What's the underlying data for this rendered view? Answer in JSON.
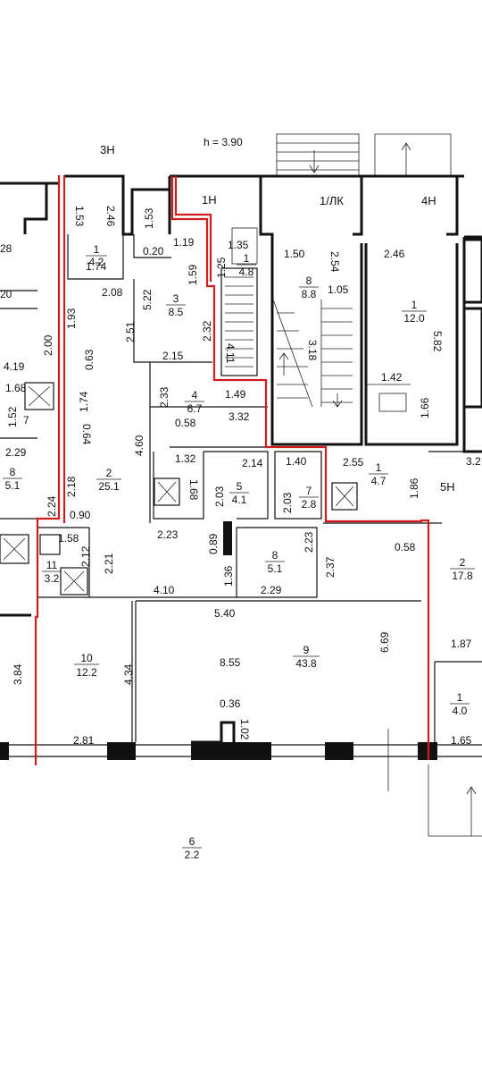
{
  "header": {
    "height_note": "h = 3.90"
  },
  "units": [
    "3Н",
    "1Н",
    "1/ЛК",
    "4Н",
    "5Н"
  ],
  "rooms": [
    {
      "num": "1",
      "area": "4.2"
    },
    {
      "num": "3",
      "area": "8.5"
    },
    {
      "num": "1",
      "area": "4.8"
    },
    {
      "num": "8",
      "area": "8.8"
    },
    {
      "num": "1",
      "area": "12.0"
    },
    {
      "num": "4",
      "area": "6.7"
    },
    {
      "num": "2",
      "area": "25.1"
    },
    {
      "num": "5",
      "area": "4.1"
    },
    {
      "num": "7",
      "area": "2.8"
    },
    {
      "num": "8",
      "area": "5.1"
    },
    {
      "num": "1",
      "area": "4.7"
    },
    {
      "num": "11",
      "area": "3.2"
    },
    {
      "num": "8",
      "area": "5.1"
    },
    {
      "num": "10",
      "area": "12.2"
    },
    {
      "num": "9",
      "area": "43.8"
    },
    {
      "num": "2",
      "area": "17.8"
    },
    {
      "num": "1",
      "area": "4.0"
    },
    {
      "num": "6",
      "area": "2.2"
    }
  ],
  "dimensions": [
    "1.53",
    "2.46",
    "1.74",
    "1.53",
    "0.20",
    "1.19",
    "1.35",
    "1.25",
    "1.50",
    "2.54",
    "1.59",
    "2.46",
    "2.08",
    "5.22",
    "1.93",
    "2.51",
    "2.32",
    "1.05",
    "3.18",
    "5.82",
    "0.63",
    "2.15",
    "4.11",
    "1.42",
    "1.66",
    "2.33",
    "1.49",
    "0.58",
    "3.32",
    "1.74",
    "0.64",
    "4.60",
    "1.32",
    "2.14",
    "1.40",
    "2.55",
    "1.86",
    "3.2",
    "2.18",
    "1.68",
    "2.03",
    "2.03",
    "0.90",
    "2.24",
    "2.29",
    "2.23",
    "0.89",
    "1.58",
    "2.12",
    "2.21",
    "2.23",
    "2.37",
    "0.58",
    "1.36",
    "2.29",
    "4.10",
    "5.40",
    "6.69",
    "1.87",
    "8.55",
    "4.34",
    "3.84",
    "0.36",
    "1.02",
    "2.81",
    "1.65",
    "2.00",
    "4.19",
    "1.68",
    "1.52",
    "7",
    "28",
    "20"
  ]
}
